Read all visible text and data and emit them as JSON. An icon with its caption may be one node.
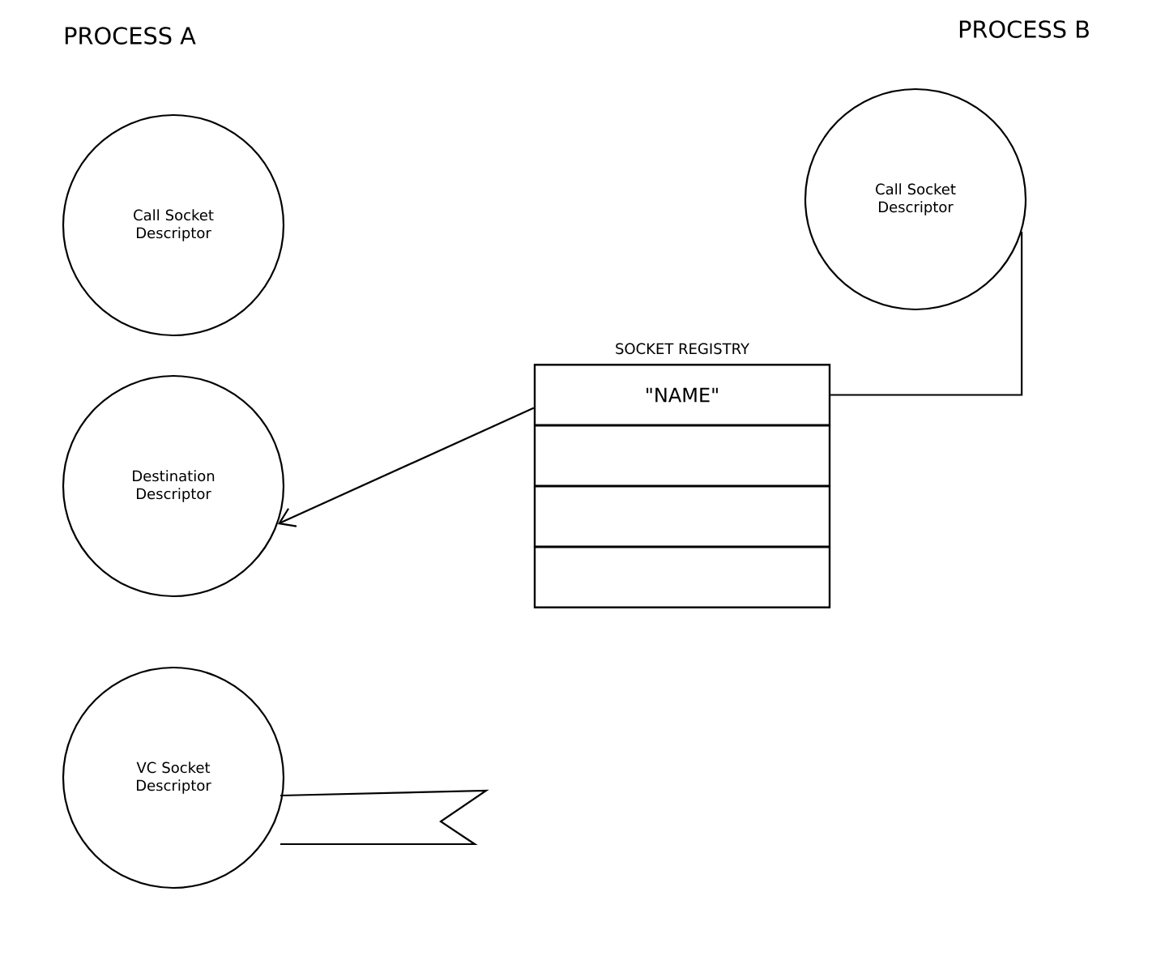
{
  "diagram": {
    "nodes": [
      {
        "text": [
          "Call Socket Descriptor"
        ]
      },
      {
        "text": [
          "Call Socket Descriptor"
        ]
      },
      {
        "text": [
          "SOCKET REGISTRY"
        ]
      },
      {
        "text": [
          "\"NAME\""
        ],
        "in": 2
      },
      {
        "text": [],
        "shape": "box",
        "in": 2
      },
      {
        "text": [],
        "shape": "box",
        "in": 2
      },
      {
        "text": [],
        "shape": "box",
        "in": 2
      },
      {
        "text": [
          "Destination Descriptor"
        ]
      },
      {
        "text": [
          "VC Socket Descriptor"
        ]
      }
    ],
    "edges": [
      {
        "from": 3,
        "to": 7,
        "arrow": "to"
      },
      {
        "from": 1,
        "to": 3,
        "arrow": "none"
      }
    ],
    "labels": [
      "PROCESS A",
      "PROCESS B"
    ]
  }
}
